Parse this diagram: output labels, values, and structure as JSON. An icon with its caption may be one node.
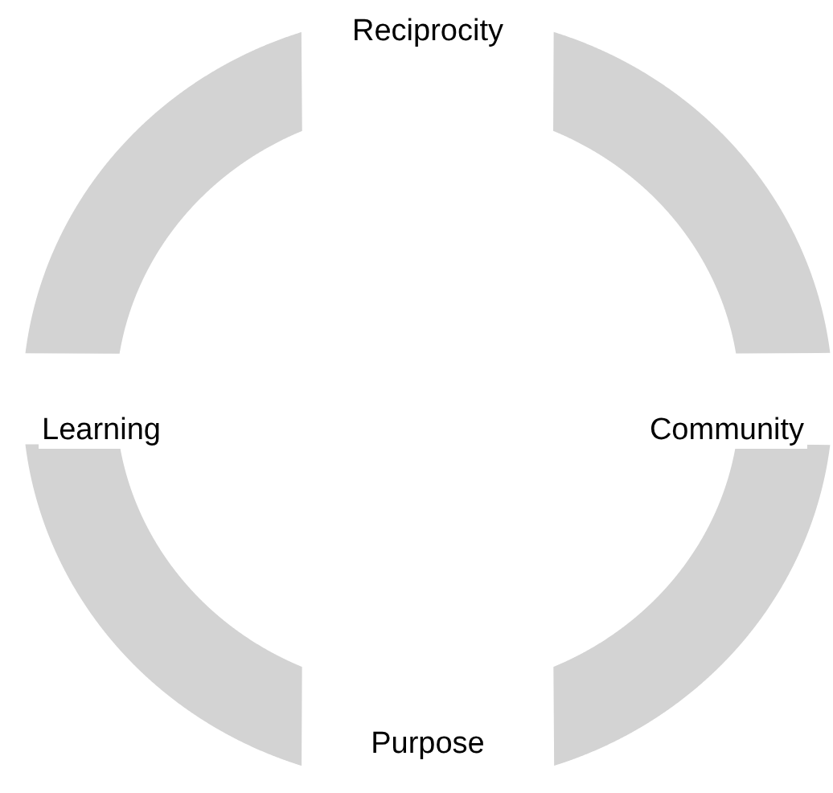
{
  "diagram": {
    "nodes": [
      {
        "text": [
          "Reciprocity"
        ]
      },
      {
        "text": [
          "Learning"
        ]
      },
      {
        "text": [
          "Community"
        ]
      },
      {
        "text": [
          "Purpose"
        ]
      }
    ],
    "edges": [
      {
        "from": 0,
        "to": 2,
        "arrow": "none",
        "style": "thick",
        "color": "#d3d3d3"
      },
      {
        "from": 2,
        "to": 3,
        "arrow": "none",
        "style": "thick",
        "color": "#d3d3d3"
      },
      {
        "from": 3,
        "to": 1,
        "arrow": "none",
        "style": "thick",
        "color": "#d3d3d3"
      },
      {
        "from": 1,
        "to": 0,
        "arrow": "none",
        "style": "thick",
        "color": "#d3d3d3"
      }
    ]
  }
}
